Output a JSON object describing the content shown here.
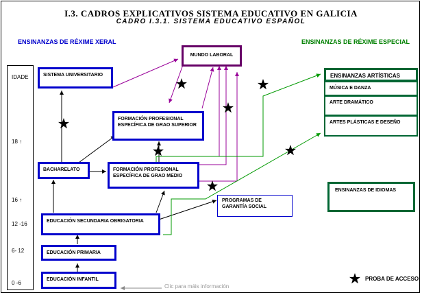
{
  "title": "I.3. CADROS EXPLICATIVOS SISTEMA EDUCATIVO EN GALICIA",
  "subtitle": "CADRO  I.3.1.  SISTEMA  EDUCATIVO ESPAÑOL",
  "header_left": "ENSINANZAS  DE  RÉXIME XERAL",
  "header_right": "ENSINANZAS DE RÉXIME ESPECIAL",
  "ages": {
    "heading": "IDADE",
    "a18": "18 ↑",
    "a16": "16  ↑",
    "a12_16": "12 -16",
    "a6_12": "6- 12",
    "a0_6": "0 -6"
  },
  "boxes": {
    "mundo_laboral": "MUNDO LABORAL",
    "sistema_universitario": "SISTEMA  UNIVERSITARIO",
    "fp_superior": "FORMACIÓN PROFESIONAL ESPECÍFICA DE GRAO SUPERIOR",
    "bacharelato": "BACHARELATO",
    "fp_medio": "FORMACIÓN PROFESIONAL ESPECÍFICA DE GRAO MEDIO",
    "programas_garantia": "PROGRAMAS DE GARANTÍA SOCIAL",
    "eso": "EDUCACIÓN SECUNDARIA OBRIGATORIA",
    "primaria": "EDUCACIÓN  PRIMARIA",
    "infantil": "EDUCACIÓN  INFANTIL"
  },
  "especial": {
    "artisticas": "ENSINANZAS  ARTÍSTICAS",
    "musica": "MÚSICA  E  DANZA",
    "arte_dramatico": "ARTE DRAMÁTICO",
    "artes_plasticas": "ARTES PLÁSTICAS  E  DESEÑO",
    "idiomas": "ENSINANZAS  DE  IDIOMAS"
  },
  "more_info_link": "Clic para máis información",
  "legend_label": "PROBA DE ACCESO",
  "colors": {
    "blue": "#0000cc",
    "green": "#006633",
    "purple": "#660066",
    "purple_line": "#990099",
    "green_line": "#009900"
  }
}
